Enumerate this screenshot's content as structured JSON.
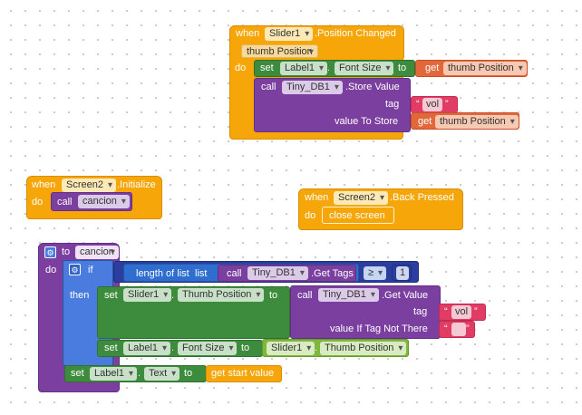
{
  "slider_block": {
    "when": "when",
    "component": "Slider1",
    "event": ".Position Changed",
    "param": "thumb Position",
    "do": "do",
    "set": "set",
    "set_component": "Label1",
    "set_prop": "Font Size",
    "to": "to",
    "get": "get",
    "get_var": "thumb Position",
    "call": "call",
    "call_component": "Tiny_DB1",
    "call_method": ".Store Value",
    "tag_label": "tag",
    "tag_value": "vol",
    "value_label": "value To Store",
    "get2": "get",
    "get_var2": "thumb Position"
  },
  "init_block": {
    "when": "when",
    "component": "Screen2",
    "event": ".Initialize",
    "do": "do",
    "call": "call",
    "procedure": "cancion"
  },
  "back_block": {
    "when": "when",
    "component": "Screen2",
    "event": ".Back Pressed",
    "do": "do",
    "action": "close screen"
  },
  "procedure_block": {
    "to": "to",
    "name": "cancion",
    "do": "do",
    "if": "if",
    "then": "then",
    "length_of_list": "length of list",
    "list_label": "list",
    "call": "call",
    "tags_component": "Tiny_DB1",
    "tags_method": ".Get Tags",
    "compare_op": "≥",
    "compare_value": "1",
    "set1": "set",
    "set1_component": "Slider1",
    "set1_prop": "Thumb Position",
    "to1": "to",
    "call2": "call",
    "getvalue_component": "Tiny_DB1",
    "getvalue_method": ".Get Value",
    "tag_label": "tag",
    "tag_value": "vol",
    "value_if_label": "value If Tag Not There",
    "value_if_value": "",
    "set2": "set",
    "set2_component": "Label1",
    "set2_prop": "Font Size",
    "to2": "to",
    "get_component": "Slider1",
    "get_prop": "Thumb Position",
    "set3": "set",
    "set3_component": "Label1",
    "set3_prop": "Text",
    "to3": "to",
    "start_value": "get start value"
  },
  "colors": {
    "event": "#f6a608",
    "component_set": "#3d8c3d",
    "component_get": "#7fb73d",
    "method_call": "#7b3fa0",
    "lists": "#2f6dcf",
    "math": "#2b3e9e",
    "variables": "#e2683b",
    "text": "#e03c64",
    "procedure": "#7b3fa0"
  }
}
